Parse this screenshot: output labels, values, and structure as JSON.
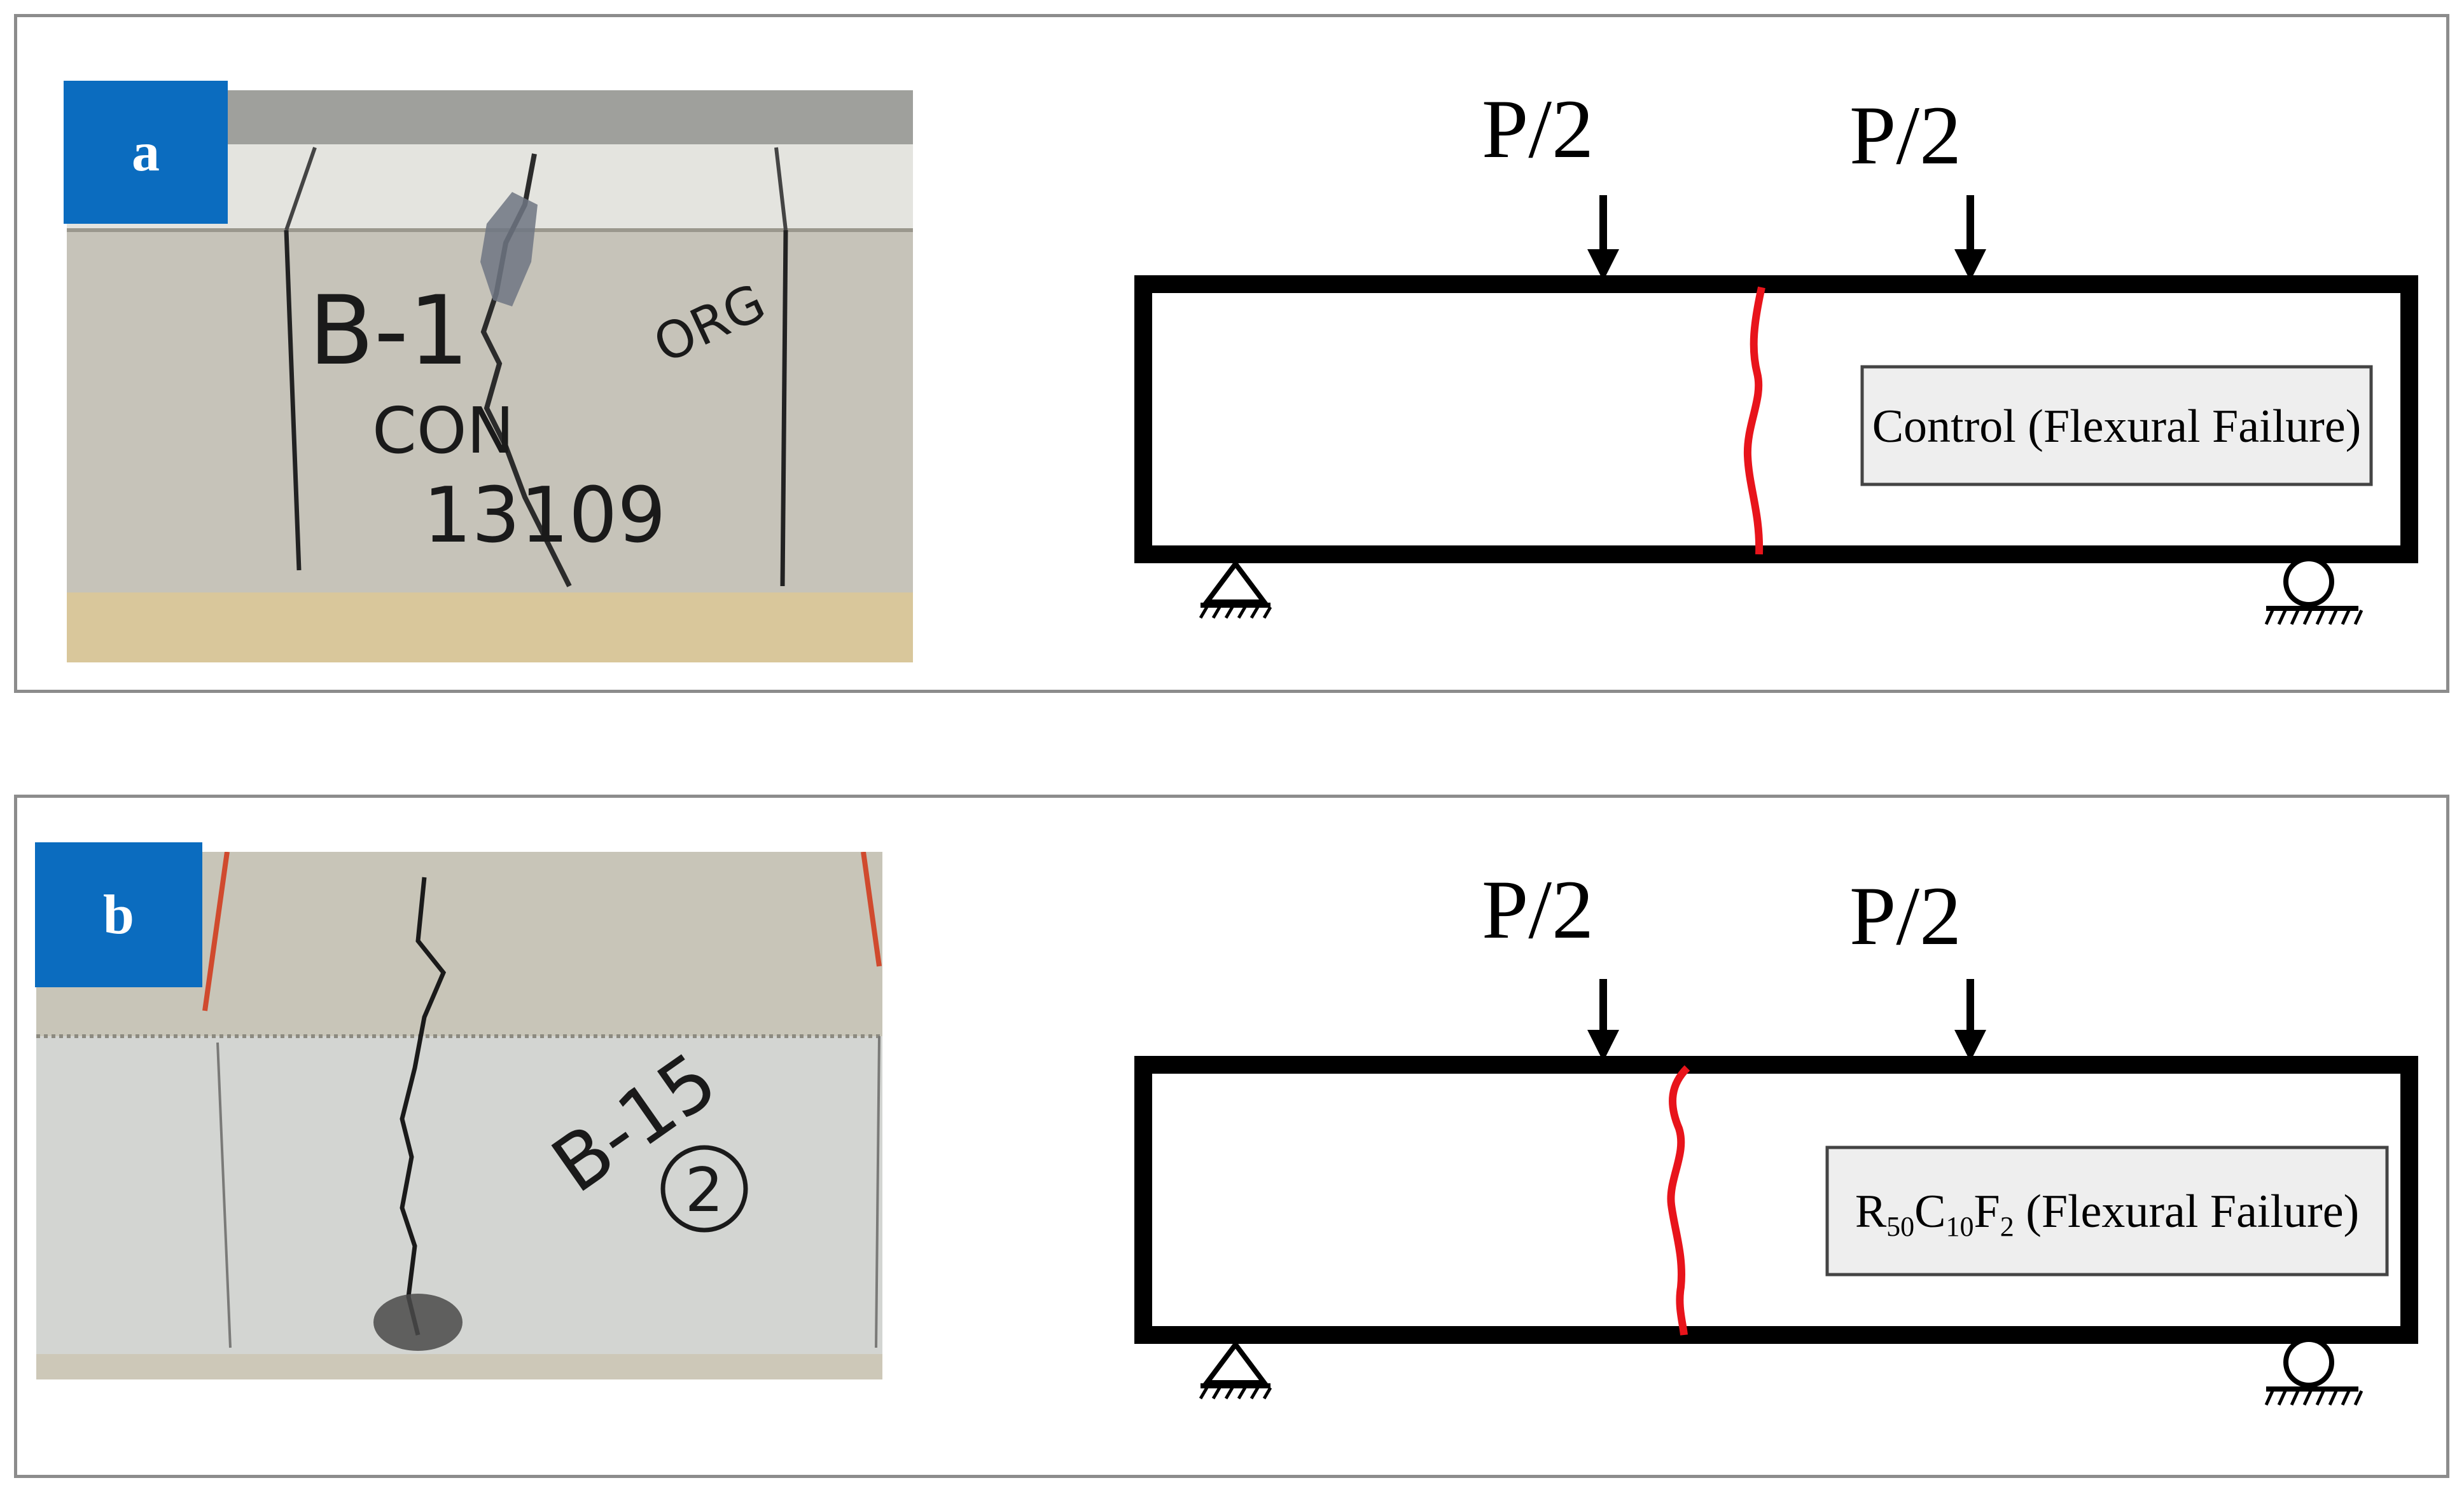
{
  "panels": [
    {
      "id": "a",
      "label": "a",
      "photo_marks": {
        "specimen": "B-1",
        "type": "CON",
        "date": "13109",
        "tag": "ORG"
      },
      "load_left": "P/2",
      "load_right": "P/2",
      "failure_box": "Control (Flexural Failure)"
    },
    {
      "id": "b",
      "label": "b",
      "photo_marks": {
        "specimen": "B-15",
        "number": "2"
      },
      "load_left": "P/2",
      "load_right": "P/2",
      "failure_box": {
        "r": "R",
        "r_sub": "50",
        "c": "C",
        "c_sub": "10",
        "f": "F",
        "f_sub": "2",
        "rest": " (Flexural Failure)"
      }
    }
  ],
  "colors": {
    "label_bg": "#0b6cbf",
    "crack_red": "#e8141b",
    "beam": "#000000",
    "box_fill": "#eeeeee"
  }
}
